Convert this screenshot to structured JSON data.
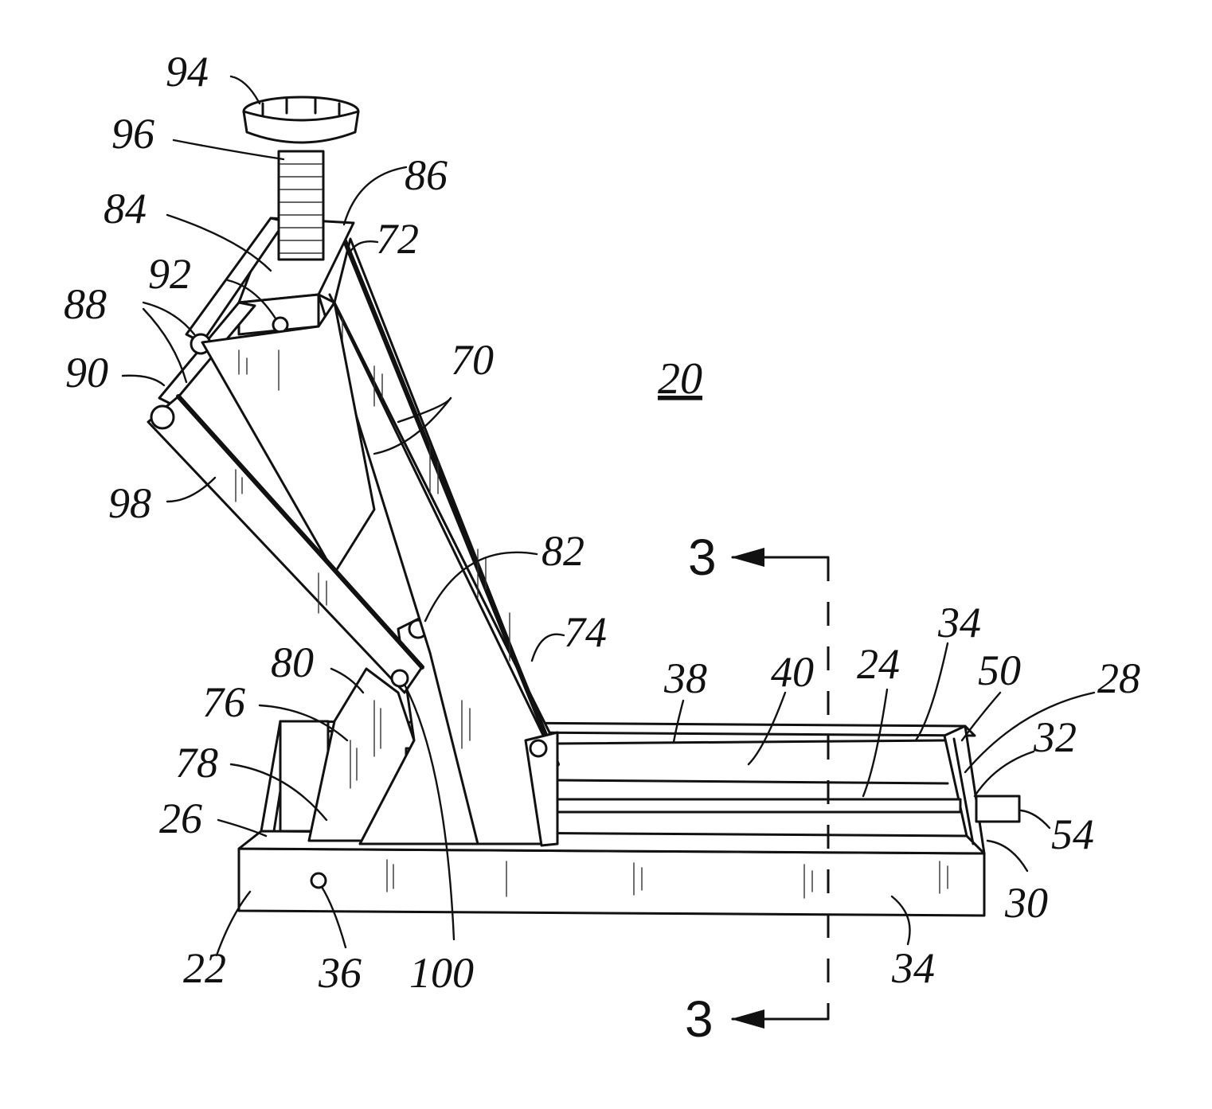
{
  "figure": {
    "main_label": "20",
    "section_label_top": "3",
    "section_label_bottom": "3"
  },
  "labels": {
    "l94": "94",
    "l96": "96",
    "l86": "86",
    "l84": "84",
    "l72": "72",
    "l92": "92",
    "l88": "88",
    "l90": "90",
    "l70": "70",
    "l98": "98",
    "l82": "82",
    "l74": "74",
    "l80": "80",
    "l76": "76",
    "l78": "78",
    "l26": "26",
    "l22": "22",
    "l36": "36",
    "l100": "100",
    "l38": "38",
    "l40": "40",
    "l24": "24",
    "l34a": "34",
    "l50": "50",
    "l28": "28",
    "l32": "32",
    "l54": "54",
    "l30": "30",
    "l34b": "34"
  }
}
